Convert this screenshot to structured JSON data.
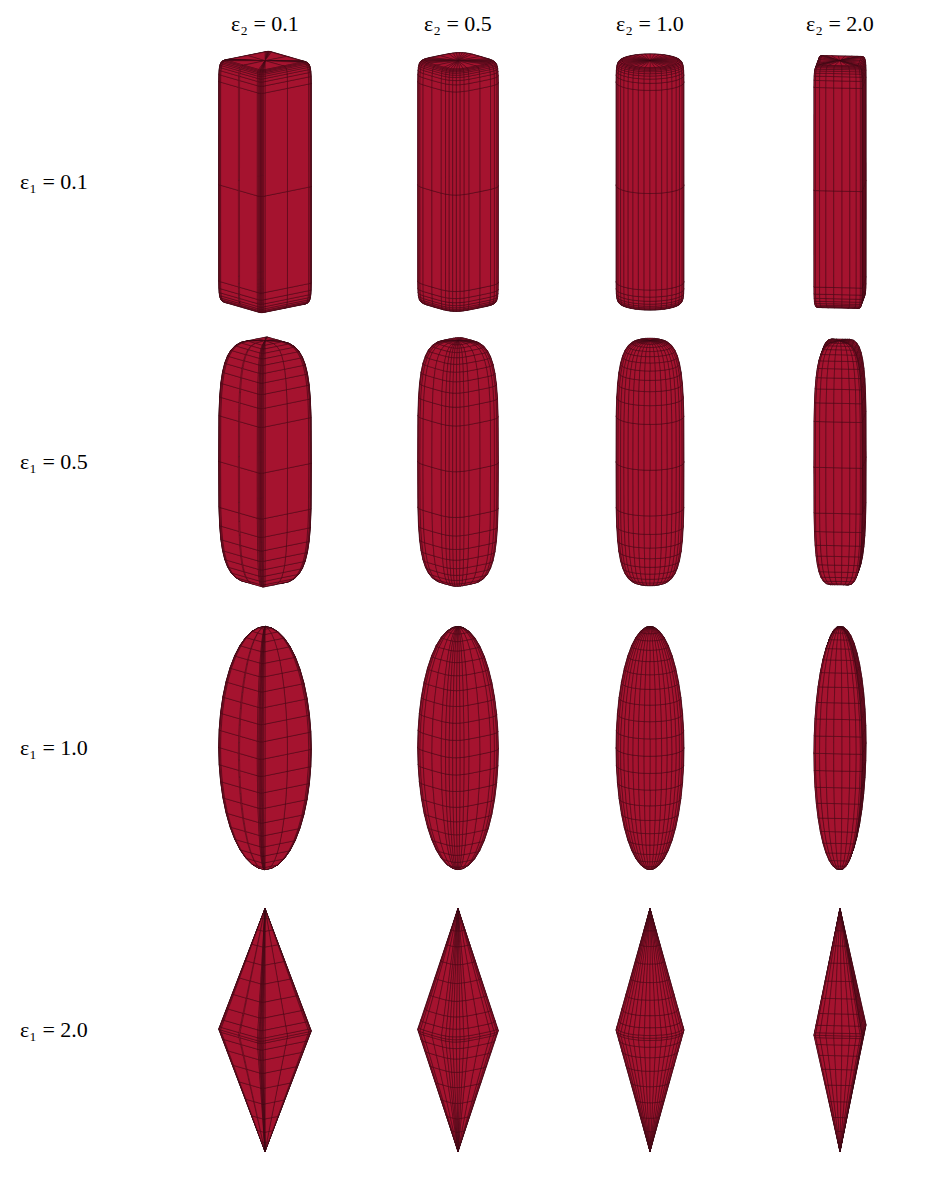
{
  "diagram": {
    "labels": [
      "ε₂ = 0.1",
      "ε₂ = 0.5",
      "ε₂ = 1.0",
      "ε₂ = 2.0",
      "ε₁ = 0.1",
      "ε₁ = 0.5",
      "ε₁ = 1.0",
      "ε₁ = 2.0"
    ]
  }
}
